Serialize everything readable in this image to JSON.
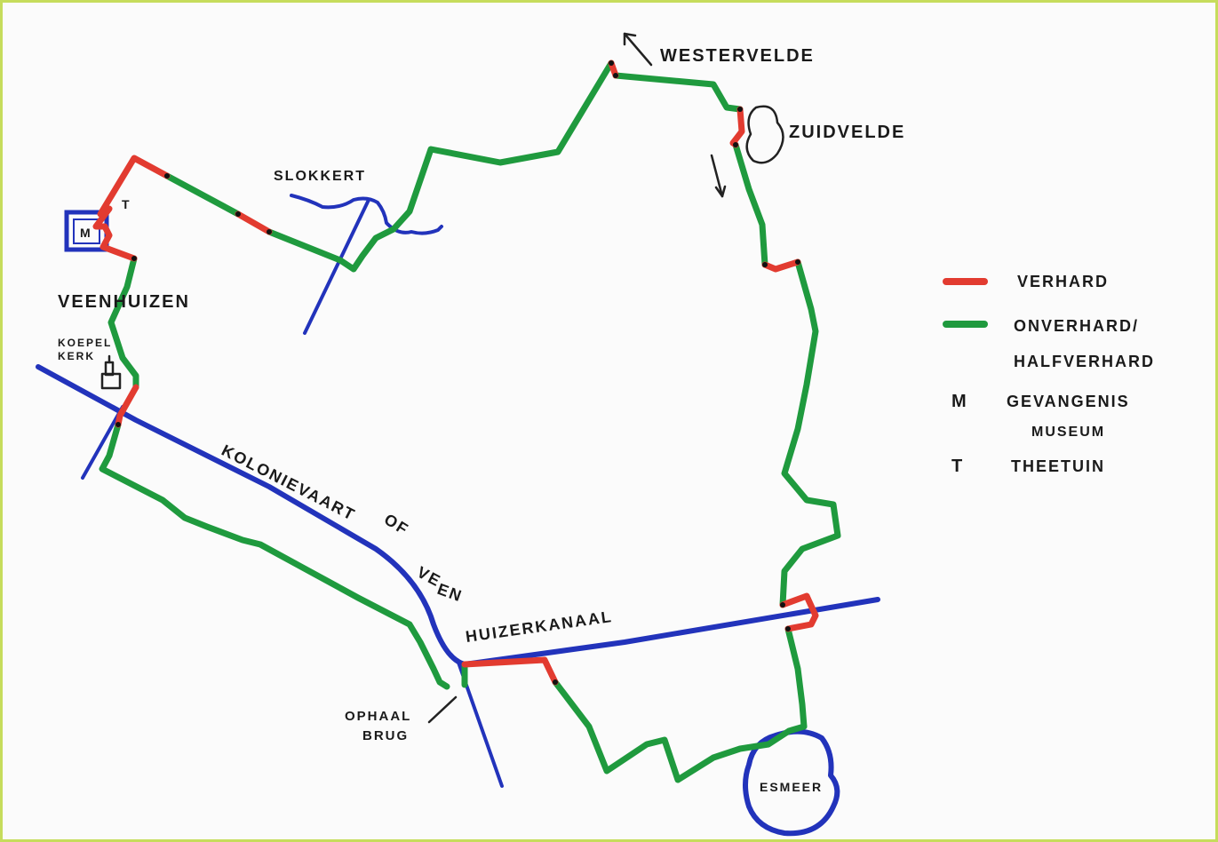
{
  "colors": {
    "frame": "#c6dc5c",
    "paved": "#e23b30",
    "unpaved": "#1f9a3e",
    "water": "#2233bb",
    "ink": "#1a1a1a"
  },
  "places": {
    "westervelde": "WESTERVELDE",
    "zuidvelde": "ZUIDVELDE",
    "slokkert": "SLOKKERT",
    "veenhuizen": "VEENHUIZEN",
    "koepelkerk_line1": "KOEPEL",
    "koepelkerk_line2": "KERK",
    "kanaal_part1": "KOLONIEVAART",
    "kanaal_part2": "OF",
    "kanaal_part3": "VEENHUIZERKANAAL",
    "ophaalbrug_line1": "OPHAAL",
    "ophaalbrug_line2": "BRUG",
    "esmeer": "ESMEER",
    "museum_marker": "M",
    "theetuin_marker": "T"
  },
  "legend": {
    "verhard": "VERHARD",
    "onverhard_line1": "ONVERHARD/",
    "onverhard_line2": "HALFVERHARD",
    "m_symbol": "M",
    "m_line1": "GEVANGENIS",
    "m_line2": "MUSEUM",
    "t_symbol": "T",
    "t_label": "THEETUIN"
  },
  "icons": [
    "arrow-up-left-icon",
    "arrow-down-icon",
    "church-icon",
    "museum-box-icon"
  ]
}
